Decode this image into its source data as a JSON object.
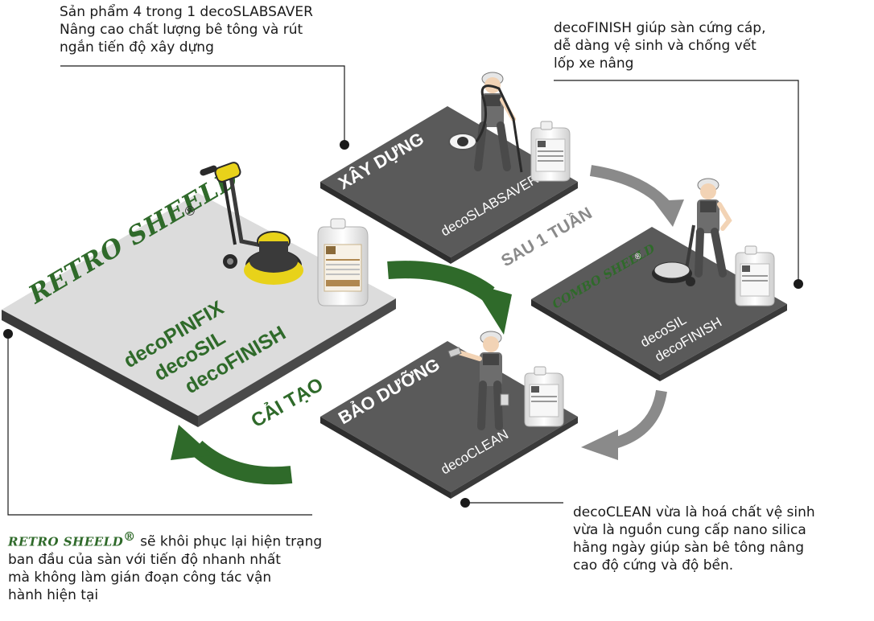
{
  "colors": {
    "green": "#2f6a2a",
    "dark_tile": "#5a5a5a",
    "light_tile": "#dcdcdc",
    "gray_arrow": "#8a8a8a",
    "white": "#ffffff"
  },
  "notes": {
    "top_left": [
      "Sản phẩm 4 trong 1 decoSLABSAVER",
      "Nâng cao chất lượng bê tông và rút",
      "ngắn tiến độ xây dựng"
    ],
    "top_right": [
      "decoFINISH giúp sàn cứng cáp,",
      "dễ dàng vệ sinh và chống vết",
      "lốp xe nâng"
    ],
    "bottom_right": [
      "decoCLEAN vừa là hoá chất vệ sinh",
      "vừa là nguồn cung cấp nano silica",
      "hằng ngày giúp sàn bê tông nâng",
      "cao độ cứng và độ bền."
    ],
    "bottom_left": {
      "brand": "RETRO SHEELD",
      "registered": "®",
      "first_line_rest": " sẽ khôi phục lại hiện trạng",
      "lines": [
        "ban đầu của sàn với tiến độ nhanh nhất",
        "mà không làm gián đoạn công tác vận",
        "hành hiện tại"
      ]
    }
  },
  "tiles": {
    "retro": {
      "brand": "RETRO SHEELD",
      "registered": "®",
      "products": [
        "decoPINFIX",
        "decoSIL",
        "decoFINISH"
      ]
    },
    "xay_dung": {
      "title": "XÂY DỰNG",
      "product": "decoSLABSAVER"
    },
    "combo": {
      "brand": "COMBO SHEELD",
      "registered": "®",
      "products": [
        "decoSIL",
        "decoFINISH"
      ]
    },
    "bao_duong": {
      "title": "BẢO DƯỠNG",
      "product": "decoCLEAN"
    }
  },
  "labels": {
    "sau_1_tuan": "SAU 1 TUẦN",
    "cai_tao": "CẢI TẠO"
  },
  "icons": [
    "floor-machine-icon",
    "chemical-can-icon",
    "worker-icon",
    "vacuum-icon"
  ]
}
